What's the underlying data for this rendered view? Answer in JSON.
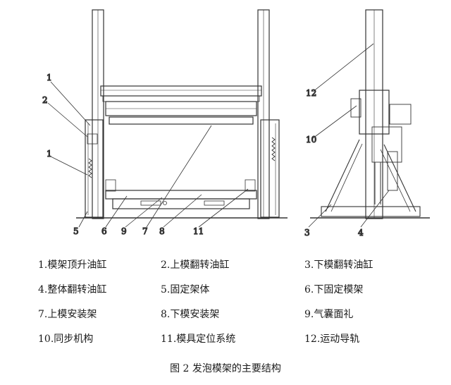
{
  "diagram": {
    "left_view_callouts": [
      "1",
      "2",
      "1",
      "5",
      "6",
      "9",
      "7",
      "8",
      "11"
    ],
    "right_view_callouts": [
      "12",
      "10",
      "3",
      "4"
    ]
  },
  "legend": {
    "rows": [
      [
        "1.模架顶升油缸",
        "2.上模翻转油缸",
        "3.下模翻转油缸"
      ],
      [
        "4.整体翻转油缸",
        "5.固定架体",
        "6.下固定模架"
      ],
      [
        "7.上模安装架",
        "8.下模安装架",
        "9.气囊面礼"
      ],
      [
        "10.同步机构",
        "11.模具定位系统",
        "12.运动导轨"
      ]
    ]
  },
  "caption": "图 2   发泡模架的主要结构"
}
